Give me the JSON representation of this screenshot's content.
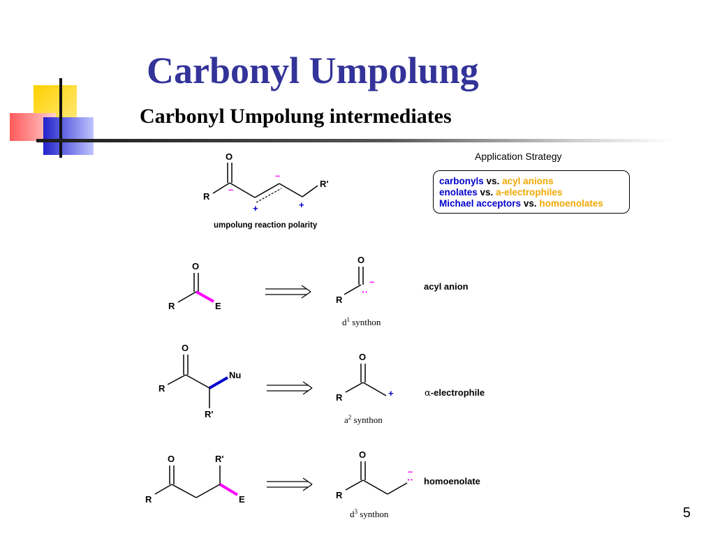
{
  "slide": {
    "title": "Carbonyl Umpolung",
    "subtitle": "Carbonyl Umpolung intermediates",
    "page_number": "5"
  },
  "strategy": {
    "heading": "Application Strategy",
    "rows": [
      {
        "left": "carbonyls",
        "vs": " vs. ",
        "right": "acyl anions"
      },
      {
        "left": "enolates",
        "vs": " vs. ",
        "right": "a-electrophiles"
      },
      {
        "left": "Michael acceptors",
        "vs": " vs. ",
        "right": "homoenolates"
      }
    ]
  },
  "polarity": {
    "atom_o": "O",
    "atom_r": "R",
    "atom_rp": "R'",
    "minus_1": "–",
    "minus_2": "–",
    "plus_1": "+",
    "plus_2": "+",
    "caption": "umpolung reaction polarity"
  },
  "rows": [
    {
      "sm": {
        "o": "O",
        "r": "R",
        "e": "E"
      },
      "syn": {
        "o": "O",
        "r": "R",
        "charge": "–",
        "lone_pair": "··"
      },
      "synthon_letter": "d",
      "synthon_sup": "1",
      "synthon_word": " synthon",
      "label": "acyl anion"
    },
    {
      "sm": {
        "o": "O",
        "r": "R",
        "nu": "Nu",
        "rp": "R'"
      },
      "syn": {
        "o": "O",
        "r": "R",
        "charge": "+"
      },
      "synthon_letter": "a",
      "synthon_sup": "2",
      "synthon_word": " synthon",
      "label_prefix": "α",
      "label": "-electrophile"
    },
    {
      "sm": {
        "o": "O",
        "r": "R",
        "rp": "R'",
        "e": "E"
      },
      "syn": {
        "o": "O",
        "r": "R",
        "charge": "–",
        "lone_pair": "··"
      },
      "synthon_letter": "d",
      "synthon_sup": "3",
      "synthon_word": " synthon",
      "label": "homoenolate"
    }
  ],
  "colors": {
    "title": "#333399",
    "blue_text": "#0000cc",
    "orange_text": "#f0a800",
    "magenta_bond": "#ff00ff",
    "blue_bond": "#0000cc"
  }
}
